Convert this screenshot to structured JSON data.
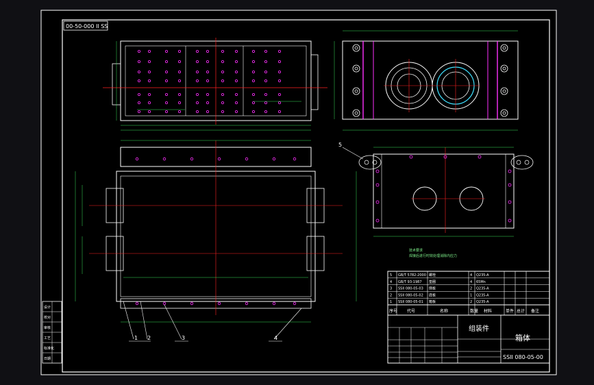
{
  "drawing": {
    "top_code": "00-50-000 II SS",
    "drawing_number": "SSII 080-05-00",
    "part_name": "箱体",
    "title_block_label": "组装件",
    "header_cols": [
      "序号",
      "代号",
      "名称",
      "数量",
      "材料",
      "单件",
      "总计",
      "备注"
    ],
    "bom_rows": [
      {
        "no": "5",
        "code": "GB/T 5782-2000",
        "name": "螺栓",
        "qty": "4",
        "mat": "Q235-A"
      },
      {
        "no": "4",
        "code": "GB/T 93-1987",
        "name": "垫圈",
        "qty": "4",
        "mat": "65Mn"
      },
      {
        "no": "3",
        "code": "SSII 080-05-03",
        "name": "侧板",
        "qty": "2",
        "mat": "Q235-A"
      },
      {
        "no": "2",
        "code": "SSII 080-05-02",
        "name": "底板",
        "qty": "1",
        "mat": "Q235-A"
      },
      {
        "no": "1",
        "code": "SSII 080-05-01",
        "name": "箱板",
        "qty": "2",
        "mat": "Q235-A"
      }
    ],
    "notes_title": "技术要求",
    "notes_text": "焊接后进行时效处理消除内应力",
    "callouts": [
      "1",
      "2",
      "3",
      "4",
      "5"
    ],
    "left_block_labels": [
      "设计",
      "校对",
      "审核",
      "工艺",
      "标准化",
      "日期"
    ]
  },
  "colors": {
    "outline": "#ffffff",
    "dim": "#39e05a",
    "center": "#ff2020",
    "magenta": "#ff30ff",
    "cyan": "#40e0ff",
    "yellow": "#ffff40",
    "frame_bg": "#000000"
  }
}
